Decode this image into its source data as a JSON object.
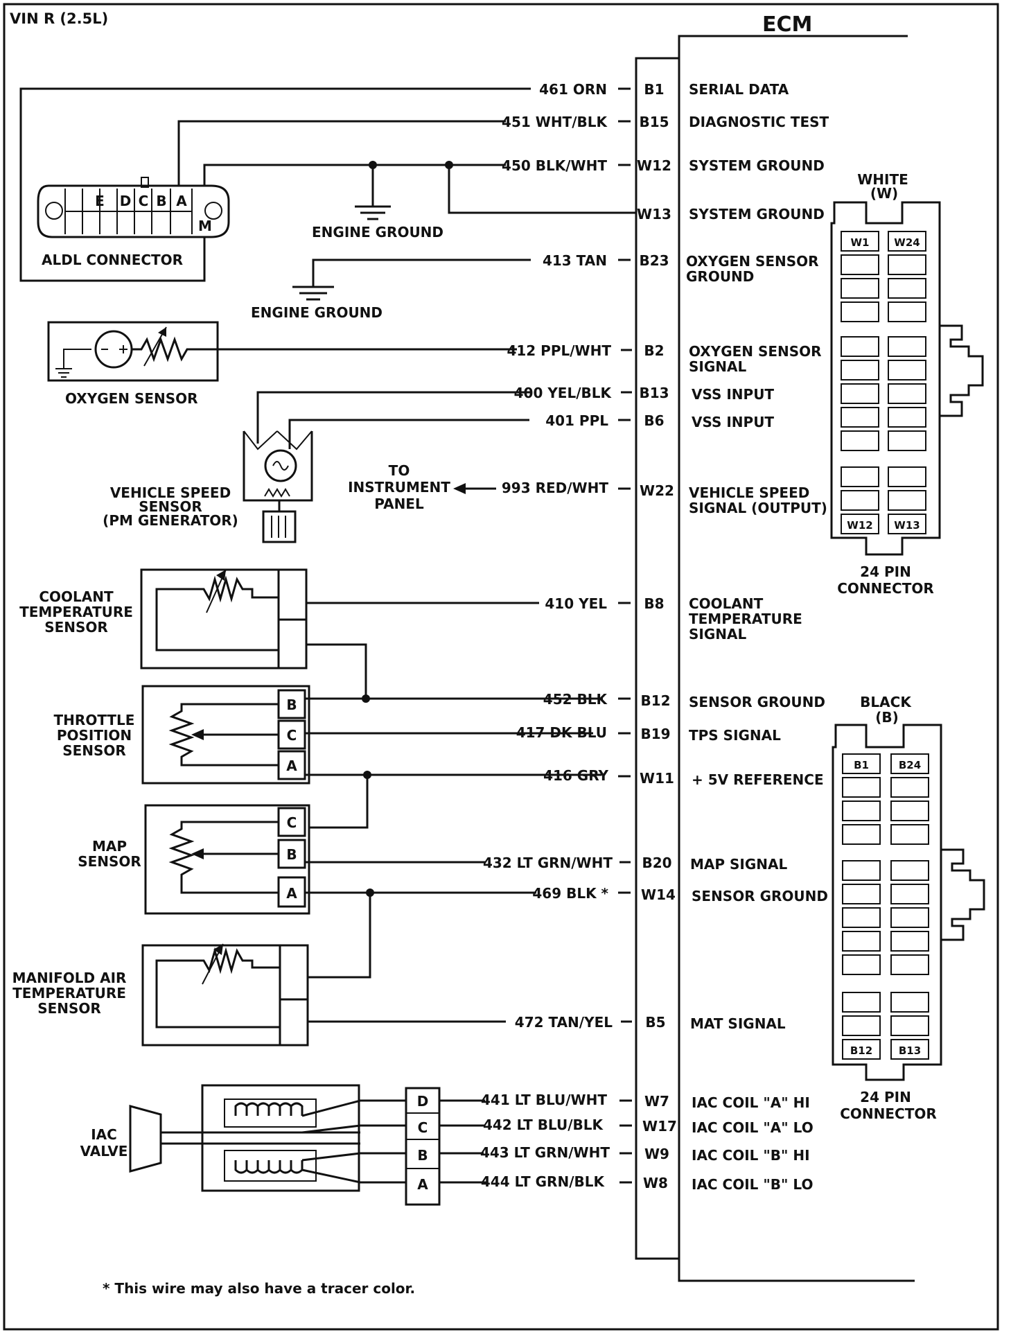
{
  "title": "VIN R (2.5L)",
  "ecm_label": "ECM",
  "footnote": "*  This wire may also have a tracer color.",
  "pins": [
    {
      "wire": "461 ORN",
      "pin": "B1",
      "func": [
        "SERIAL DATA"
      ]
    },
    {
      "wire": "451 WHT/BLK",
      "pin": "B15",
      "func": [
        "DIAGNOSTIC TEST"
      ]
    },
    {
      "wire": "450 BLK/WHT",
      "pin": "W12",
      "func": [
        "SYSTEM GROUND"
      ]
    },
    {
      "wire": "",
      "pin": "W13",
      "func": [
        "SYSTEM GROUND"
      ]
    },
    {
      "wire": "413 TAN",
      "pin": "B23",
      "func": [
        "OXYGEN SENSOR",
        "GROUND"
      ]
    },
    {
      "wire": "412 PPL/WHT",
      "pin": "B2",
      "func": [
        "OXYGEN SENSOR",
        "SIGNAL"
      ]
    },
    {
      "wire": "400 YEL/BLK",
      "pin": "B13",
      "func": [
        "VSS INPUT"
      ]
    },
    {
      "wire": "401 PPL",
      "pin": "B6",
      "func": [
        "VSS INPUT"
      ]
    },
    {
      "wire": "993 RED/WHT",
      "pin": "W22",
      "func": [
        "VEHICLE SPEED",
        "SIGNAL (OUTPUT)"
      ]
    },
    {
      "wire": "410 YEL",
      "pin": "B8",
      "func": [
        "COOLANT",
        "TEMPERATURE",
        "SIGNAL"
      ]
    },
    {
      "wire": "452 BLK",
      "pin": "B12",
      "func": [
        "SENSOR GROUND"
      ]
    },
    {
      "wire": "417 DK BLU",
      "pin": "B19",
      "func": [
        "TPS SIGNAL"
      ]
    },
    {
      "wire": "416 GRY",
      "pin": "W11",
      "func": [
        "+ 5V REFERENCE"
      ]
    },
    {
      "wire": "432 LT GRN/WHT",
      "pin": "B20",
      "func": [
        "MAP SIGNAL"
      ]
    },
    {
      "wire": "469 BLK *",
      "pin": "W14",
      "func": [
        "SENSOR GROUND"
      ]
    },
    {
      "wire": "472  TAN/YEL",
      "pin": "B5",
      "func": [
        "MAT SIGNAL"
      ]
    },
    {
      "wire": "441 LT BLU/WHT",
      "pin": "W7",
      "func": [
        "IAC COIL \"A\" HI"
      ]
    },
    {
      "wire": "442 LT BLU/BLK",
      "pin": "W17",
      "func": [
        "IAC COIL \"A\" LO"
      ]
    },
    {
      "wire": "443 LT GRN/WHT",
      "pin": "W9",
      "func": [
        "IAC COIL \"B\" HI"
      ]
    },
    {
      "wire": "444 LT GRN/BLK",
      "pin": "W8",
      "func": [
        "IAC COIL \"B\" LO"
      ]
    }
  ],
  "components": {
    "aldl": {
      "label": "ALDL CONNECTOR",
      "cells": [
        "E",
        "D",
        "C",
        "B",
        "A"
      ],
      "cell_m": "M"
    },
    "engine_ground_1": "ENGINE GROUND",
    "engine_ground_2": "ENGINE GROUND",
    "oxygen_sensor": "OXYGEN SENSOR",
    "vss": [
      "VEHICLE SPEED",
      "SENSOR",
      "(PM GENERATOR)"
    ],
    "to_panel": [
      "TO",
      "INSTRUMENT",
      "PANEL"
    ],
    "coolant": [
      "COOLANT",
      "TEMPERATURE",
      "SENSOR"
    ],
    "tps": {
      "label": [
        "THROTTLE",
        "POSITION",
        "SENSOR"
      ],
      "pins": [
        "B",
        "C",
        "A"
      ]
    },
    "map": {
      "label": [
        "MAP",
        "SENSOR"
      ],
      "pins": [
        "C",
        "B",
        "A"
      ]
    },
    "mat": [
      "MANIFOLD AIR",
      "TEMPERATURE",
      "SENSOR"
    ],
    "iac": {
      "label": [
        "IAC",
        "VALVE"
      ],
      "pins": [
        "D",
        "C",
        "B",
        "A"
      ]
    }
  },
  "connectors": [
    {
      "color": "WHITE",
      "code": "(W)",
      "top_left": "W1",
      "top_right": "W24",
      "bot_left": "W12",
      "bot_right": "W13",
      "name": [
        "24  PIN",
        "CONNECTOR"
      ]
    },
    {
      "color": "BLACK",
      "code": "(B)",
      "top_left": "B1",
      "top_right": "B24",
      "bot_left": "B12",
      "bot_right": "B13",
      "name": [
        "24  PIN",
        "CONNECTOR"
      ]
    }
  ]
}
